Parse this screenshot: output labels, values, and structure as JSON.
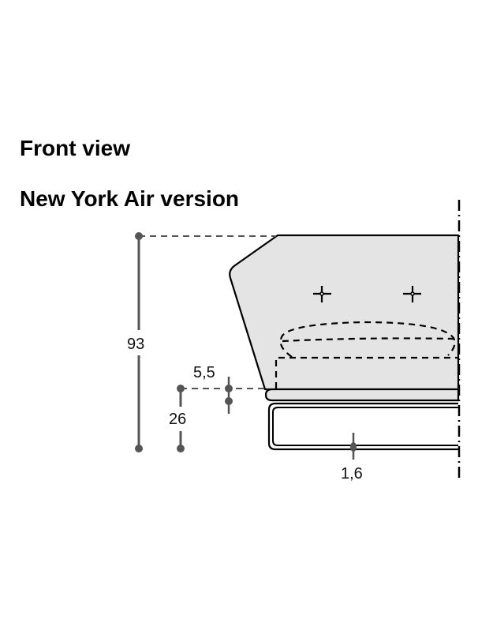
{
  "header": {
    "title": "Front view",
    "subtitle": "New York Air version"
  },
  "dimensions": {
    "overall_height": "93",
    "seat_thickness": "5,5",
    "seat_height": "26",
    "frame_thickness": "1,6"
  },
  "colors": {
    "cushion_fill": "#e4e4e4",
    "outline": "#000000",
    "dimension_line": "#555555",
    "background": "#ffffff"
  }
}
